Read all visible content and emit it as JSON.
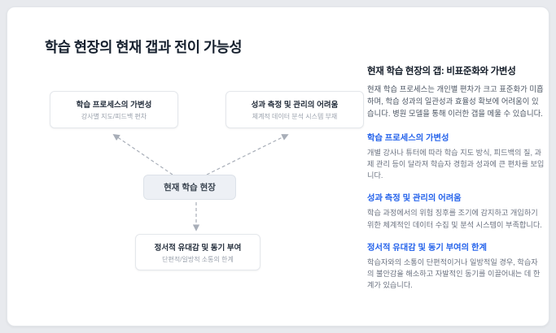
{
  "page": {
    "title": "학습 현장의 현재 갭과 전이 가능성"
  },
  "colors": {
    "accent_blue": "#2563eb",
    "card_background": "#ffffff",
    "page_background": "#e8eaee",
    "center_node_fill": "#edf0f5",
    "connector_gray": "#a8aeb8"
  },
  "diagram": {
    "center": {
      "label": "현재 학습 현장"
    },
    "nodes": [
      {
        "title": "학습 프로세스의 가변성",
        "subtitle": "강사별 지도/피드백 편차"
      },
      {
        "title": "성과 측정 및 관리의 어려움",
        "subtitle": "체계적 데이터 분석 시스템 부재"
      },
      {
        "title": "정서적 유대감 및 동기 부여",
        "subtitle": "단편적/일방적 소통의 한계"
      }
    ]
  },
  "article": {
    "heading": "현재 학습 현장의 갭: 비표준화와 가변성",
    "intro": "현재 학습 프로세스는 개인별 편차가 크고 표준화가 미흡하며, 학습 성과의 일관성과 효율성 확보에 어려움이 있습니다. 병원 모델을 통해 이러한 갭을 메울 수 있습니다.",
    "sections": [
      {
        "heading": "학습 프로세스의 가변성",
        "body": "개별 강사나 튜터에 따라 학습 지도 방식, 피드백의 질, 과제 관리 등이 달라져 학습자 경험과 성과에 큰 편차를 보입니다."
      },
      {
        "heading": "성과 측정 및 관리의 어려움",
        "body": "학습 과정에서의 위험 징후를 조기에 감지하고 개입하기 위한 체계적인 데이터 수집 및 분석 시스템이 부족합니다."
      },
      {
        "heading": "정서적 유대감 및 동기 부여의 한계",
        "body": "학습자와의 소통이 단편적이거나 일방적일 경우, 학습자의 불안감을 해소하고 자발적인 동기를 이끌어내는 데 한계가 있습니다."
      }
    ]
  }
}
